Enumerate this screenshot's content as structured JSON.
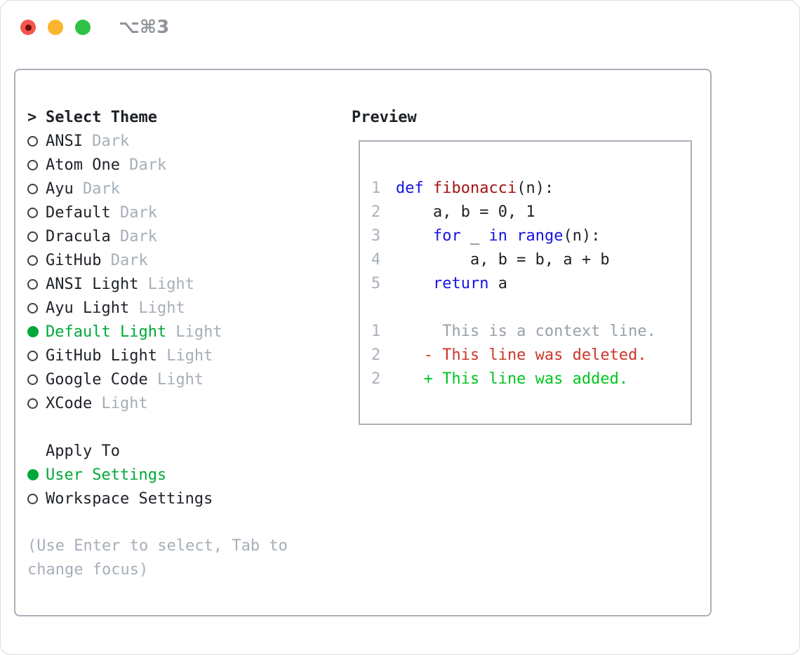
{
  "window": {
    "title": "⌥⌘3"
  },
  "colors": {
    "text": "#1e2227",
    "muted": "#a6aeb9",
    "context": "#98a1aa",
    "line-number": "#a8b1bb",
    "selected-green": "#00a93a",
    "diff-added": "#00c520",
    "diff-removed": "#cc3629",
    "keyword-blue": "#1414e0",
    "function-red": "#a31515",
    "panel-border": "#a9b0ba",
    "window-border": "#d9dce1",
    "title-gray": "#8e9499",
    "circle-ring": "#3b4148",
    "traffic-red": "#f4564e",
    "traffic-red-dot": "#6d0f0b",
    "traffic-yellow": "#fbb52d",
    "traffic-green": "#2ec244"
  },
  "theme_panel": {
    "header_prefix": ">",
    "header": "Select Theme",
    "items": [
      {
        "name": "ANSI",
        "variant": "Dark",
        "selected": false
      },
      {
        "name": "Atom One",
        "variant": "Dark",
        "selected": false
      },
      {
        "name": "Ayu",
        "variant": "Dark",
        "selected": false
      },
      {
        "name": "Default",
        "variant": "Dark",
        "selected": false
      },
      {
        "name": "Dracula",
        "variant": "Dark",
        "selected": false
      },
      {
        "name": "GitHub",
        "variant": "Dark",
        "selected": false
      },
      {
        "name": "ANSI Light",
        "variant": "Light",
        "selected": false
      },
      {
        "name": "Ayu Light",
        "variant": "Light",
        "selected": false
      },
      {
        "name": "Default Light",
        "variant": "Light",
        "selected": true
      },
      {
        "name": "GitHub Light",
        "variant": "Light",
        "selected": false
      },
      {
        "name": "Google Code",
        "variant": "Light",
        "selected": false
      },
      {
        "name": "XCode",
        "variant": "Light",
        "selected": false
      }
    ]
  },
  "apply_to": {
    "header": "Apply To",
    "options": [
      {
        "name": "User Settings",
        "selected": true
      },
      {
        "name": "Workspace Settings",
        "selected": false
      }
    ]
  },
  "help_text": [
    "(Use Enter to select, Tab to",
    "change focus)"
  ],
  "preview": {
    "header": "Preview",
    "lines": [
      {
        "num": "1",
        "tokens": [
          {
            "text": "def",
            "style": "keyword"
          },
          {
            "text": " ",
            "style": "plain"
          },
          {
            "text": "fibonacci",
            "style": "function"
          },
          {
            "text": "(n):",
            "style": "plain"
          }
        ]
      },
      {
        "num": "2",
        "tokens": [
          {
            "text": "    a, b = 0, 1",
            "style": "plain"
          }
        ]
      },
      {
        "num": "3",
        "tokens": [
          {
            "text": "    ",
            "style": "plain"
          },
          {
            "text": "for",
            "style": "keyword"
          },
          {
            "text": " _ ",
            "style": "plain"
          },
          {
            "text": "in",
            "style": "keyword"
          },
          {
            "text": " ",
            "style": "plain"
          },
          {
            "text": "range",
            "style": "keyword"
          },
          {
            "text": "(n):",
            "style": "plain"
          }
        ]
      },
      {
        "num": "4",
        "tokens": [
          {
            "text": "        a, b = b, a + b",
            "style": "plain"
          }
        ]
      },
      {
        "num": "5",
        "tokens": [
          {
            "text": "    ",
            "style": "plain"
          },
          {
            "text": "return",
            "style": "keyword"
          },
          {
            "text": " a",
            "style": "plain"
          }
        ]
      },
      {
        "num": "",
        "tokens": []
      },
      {
        "num": "1",
        "tokens": [
          {
            "text": "     This is a context line.",
            "style": "context"
          }
        ]
      },
      {
        "num": "2",
        "tokens": [
          {
            "text": "   - This line was deleted.",
            "style": "removed"
          }
        ]
      },
      {
        "num": "2",
        "tokens": [
          {
            "text": "   + This line was added.",
            "style": "added"
          }
        ]
      }
    ]
  }
}
